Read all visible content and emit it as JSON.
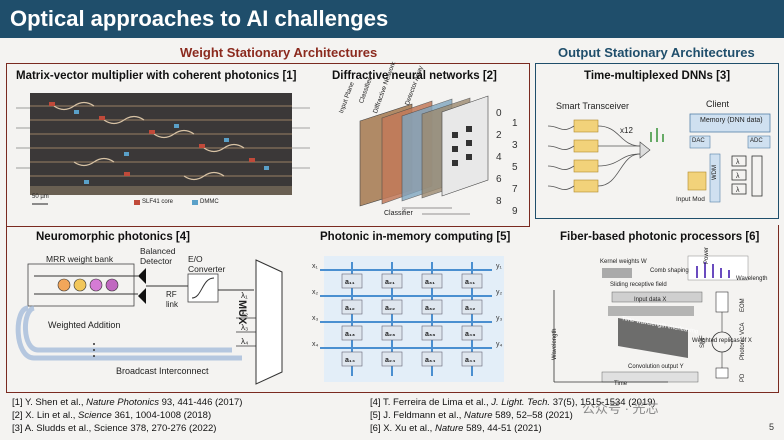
{
  "slide": {
    "title": "Optical approaches to AI challenges",
    "weight_header": "Weight Stationary Architectures",
    "output_header": "Output Stationary Architectures",
    "page_number": "5",
    "watermark": "公众号 · 光芯"
  },
  "panels": [
    {
      "title": "Matrix-vector multiplier with coherent photonics [1]"
    },
    {
      "title": "Diffractive neural networks [2]"
    },
    {
      "title": "Time-multiplexed DNNs [3]"
    },
    {
      "title": "Neuromorphic photonics [4]"
    },
    {
      "title": "Photonic in-memory computing [5]"
    },
    {
      "title": "Fiber-based photonic processors [6]"
    }
  ],
  "labels": {
    "p1_scale": "50 µm",
    "p1_leg1": "SLF41 core",
    "p1_leg2": "DMMC",
    "p2_input": "Input Plane",
    "p2_classifier": "Classifier",
    "p2_diffractive": "Diffractive Network",
    "p2_detector": "Detector Array",
    "p2_classifier2": "Classifier",
    "p3_smart": "Smart Transceiver",
    "p3_x12": "x12",
    "p3_client": "Client",
    "p3_memory": "Memory (DNN data)",
    "p3_dac": "DAC",
    "p3_adc": "ADC",
    "p3_inputmod": "Input Mod",
    "p3_wdm": "WDM",
    "p4_bank": "MRR weight bank",
    "p4_balanced": "Balanced",
    "p4_detector": "Detector",
    "p4_eo": "E/O",
    "p4_converter": "Converter",
    "p4_rf": "RF",
    "p4_link": "link",
    "p4_mux": "MUX",
    "p4_weighted": "Weighted Addition",
    "p4_broadcast": "Broadcast Interconnect",
    "p6_kernel": "Kernel weights W",
    "p6_comb": "Comb shaping",
    "p6_sliding": "Sliding receptive field",
    "p6_input": "Input data X",
    "p6_weighted": "Weighted replicas of X",
    "p6_conv": "Convolution output Y",
    "p6_time": "Time",
    "p6_wavelength": "Wavelength",
    "p6_power": "Power",
    "p6_smf": "SMF",
    "p6_vca": "Photonic VCA",
    "p6_eom": "EOM",
    "p6_pd": "PD",
    "p6_tw": "Time-wavelength interleaving"
  },
  "references": [
    {
      "n": "[1]",
      "authors": "Y. Shen et al., ",
      "journal": "Nature Photonics",
      "rest": " 93, 441-446 (2017)"
    },
    {
      "n": "[2]",
      "authors": "X. Lin et al., ",
      "journal": "Science",
      "rest": " 361, 1004-1008 (2018)"
    },
    {
      "n": "[3]",
      "authors": "A. Sludds et al., ",
      "journal": "Science",
      "rest": " 378, 270-276 (2022)"
    },
    {
      "n": "[4]",
      "authors": "T. Ferreira de Lima et al., ",
      "journal": "J. Light. Tech.",
      "rest": " 37(5), 1515-1534 (2019)"
    },
    {
      "n": "[5]",
      "authors": "J. Feldmann et al., ",
      "journal": "Nature",
      "rest": " 589, 52–58 (2021)"
    },
    {
      "n": "[6]",
      "authors": "X. Xu et al., ",
      "journal": "Nature",
      "rest": " 589, 44-51 (2021)"
    }
  ]
}
